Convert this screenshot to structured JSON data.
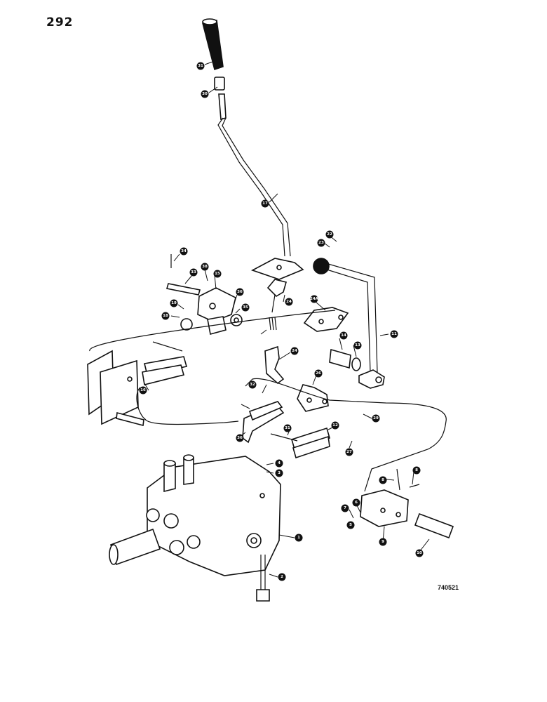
{
  "page_number": "292",
  "drawing_code": "740521",
  "callouts": [
    "31",
    "30",
    "17",
    "22",
    "23",
    "34",
    "33",
    "38",
    "15",
    "36",
    "24",
    "19",
    "18",
    "35",
    "24A",
    "14",
    "13",
    "11",
    "16",
    "24",
    "32",
    "26",
    "29",
    "31",
    "12",
    "36",
    "4",
    "3",
    "27",
    "1",
    "2",
    "8",
    "9",
    "8",
    "7",
    "6",
    "10",
    "5"
  ]
}
